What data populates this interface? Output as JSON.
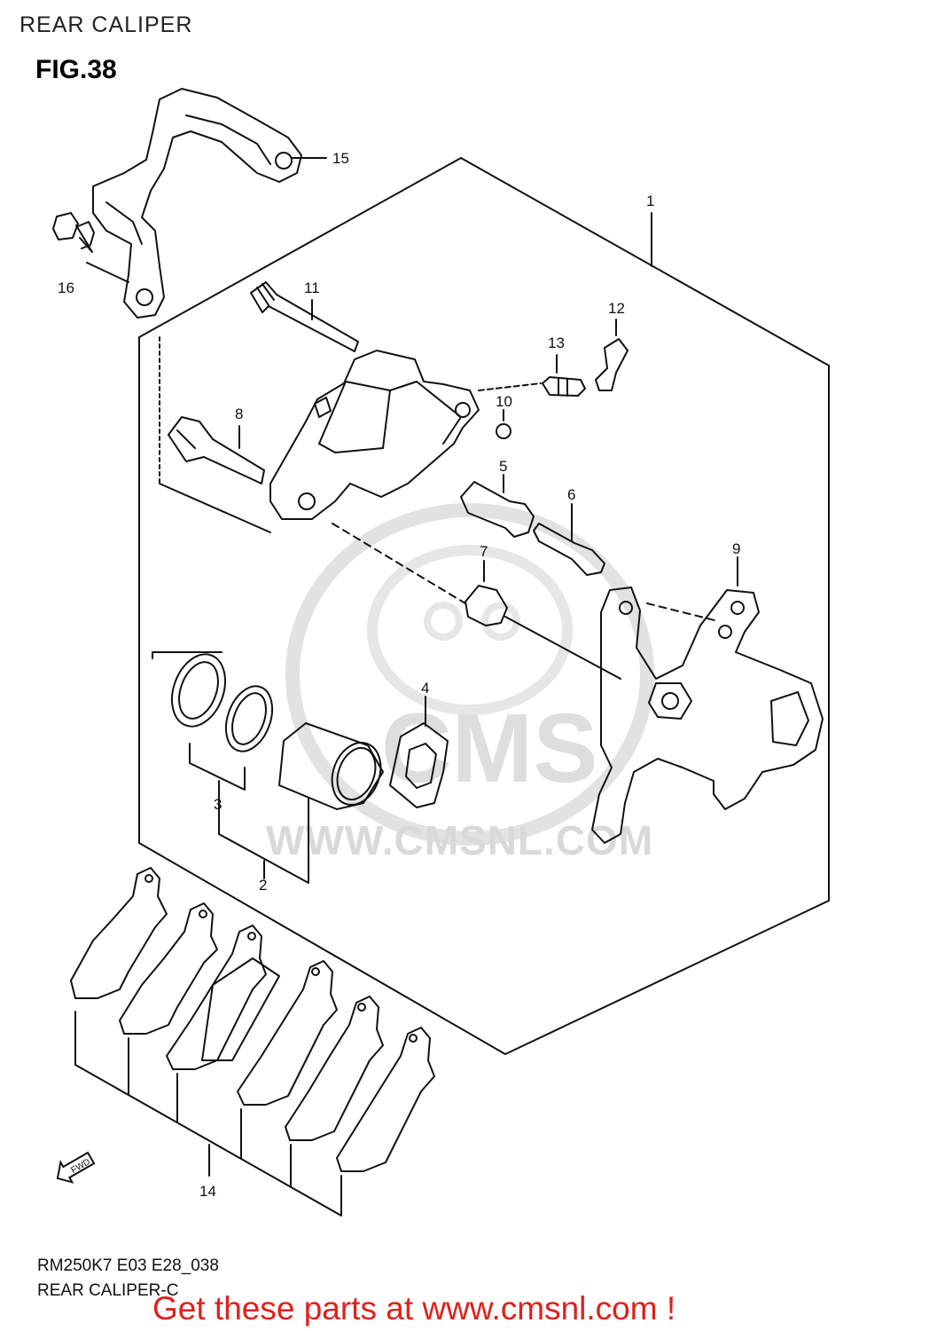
{
  "header": {
    "title": "REAR CALIPER"
  },
  "figure": {
    "title": "FIG.38"
  },
  "parts": [
    {
      "id": "1",
      "label": "1"
    },
    {
      "id": "2",
      "label": "2"
    },
    {
      "id": "3",
      "label": "3"
    },
    {
      "id": "4",
      "label": "4"
    },
    {
      "id": "5",
      "label": "5"
    },
    {
      "id": "6",
      "label": "6"
    },
    {
      "id": "7",
      "label": "7"
    },
    {
      "id": "8",
      "label": "8"
    },
    {
      "id": "9",
      "label": "9"
    },
    {
      "id": "10",
      "label": "10"
    },
    {
      "id": "11",
      "label": "11"
    },
    {
      "id": "12",
      "label": "12"
    },
    {
      "id": "13",
      "label": "13"
    },
    {
      "id": "14",
      "label": "14"
    },
    {
      "id": "15",
      "label": "15"
    },
    {
      "id": "16",
      "label": "16"
    }
  ],
  "direction_icon": {
    "label": "FWD",
    "icon": "forward-arrow-icon"
  },
  "watermark": {
    "brand": "CMS",
    "url": "WWW.CMSNL.COM"
  },
  "footer": {
    "model_code": "RM250K7 E03 E28_038",
    "caption": "REAR CALIPER-C",
    "call_to_action": "Get these parts at www.cmsnl.com !"
  },
  "colors": {
    "line": "#111111",
    "cta": "#e0201a",
    "watermark": "#d9d9d9"
  }
}
